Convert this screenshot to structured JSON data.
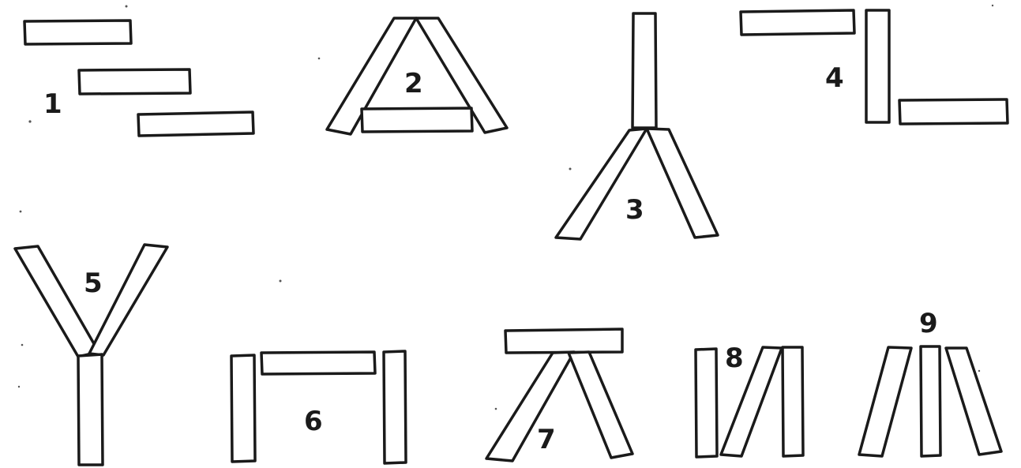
{
  "figure_labels": [
    "1",
    "2",
    "3",
    "4",
    "5",
    "6",
    "7",
    "8",
    "9"
  ],
  "colors": {
    "ink": "#1a1a1a",
    "paper": "#ffffff"
  }
}
